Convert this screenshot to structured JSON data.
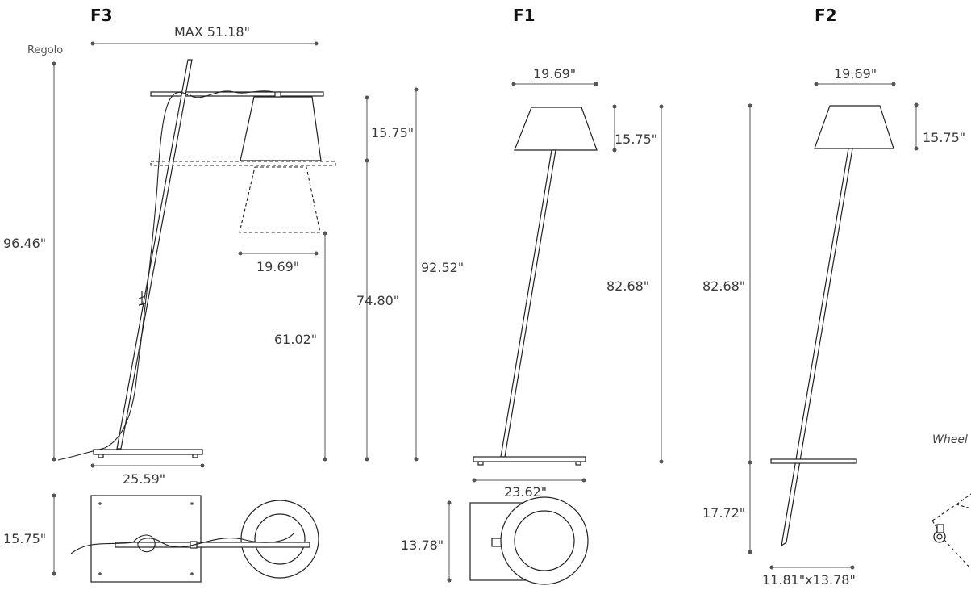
{
  "models": {
    "f3": {
      "title": "F3"
    },
    "f1": {
      "title": "F1"
    },
    "f2": {
      "title": "F2"
    }
  },
  "labels": {
    "regolo": "Regolo",
    "wheel": "Wheel"
  },
  "dimensions": {
    "f3_max_width": "MAX 51.18\"",
    "f3_total_height": "96.46\"",
    "f3_shade_height": "15.75\"",
    "f3_shade_diameter": "19.69\"",
    "f3_height_74": "74.80\"",
    "f3_height_92": "92.52\"",
    "f3_height_61": "61.02\"",
    "f3_base_width": "25.59\"",
    "f3_base_depth": "15.75\"",
    "f1_shade_diameter": "19.69\"",
    "f1_shade_height": "15.75\"",
    "f1_total_height": "82.68\"",
    "f1_base_width": "23.62\"",
    "f1_base_depth": "13.78\"",
    "f2_shade_diameter": "19.69\"",
    "f2_shade_height": "15.75\"",
    "f2_total_height": "82.68\"",
    "f2_spike_length": "17.72\"",
    "f2_plate_size": "11.81\"x13.78\""
  }
}
